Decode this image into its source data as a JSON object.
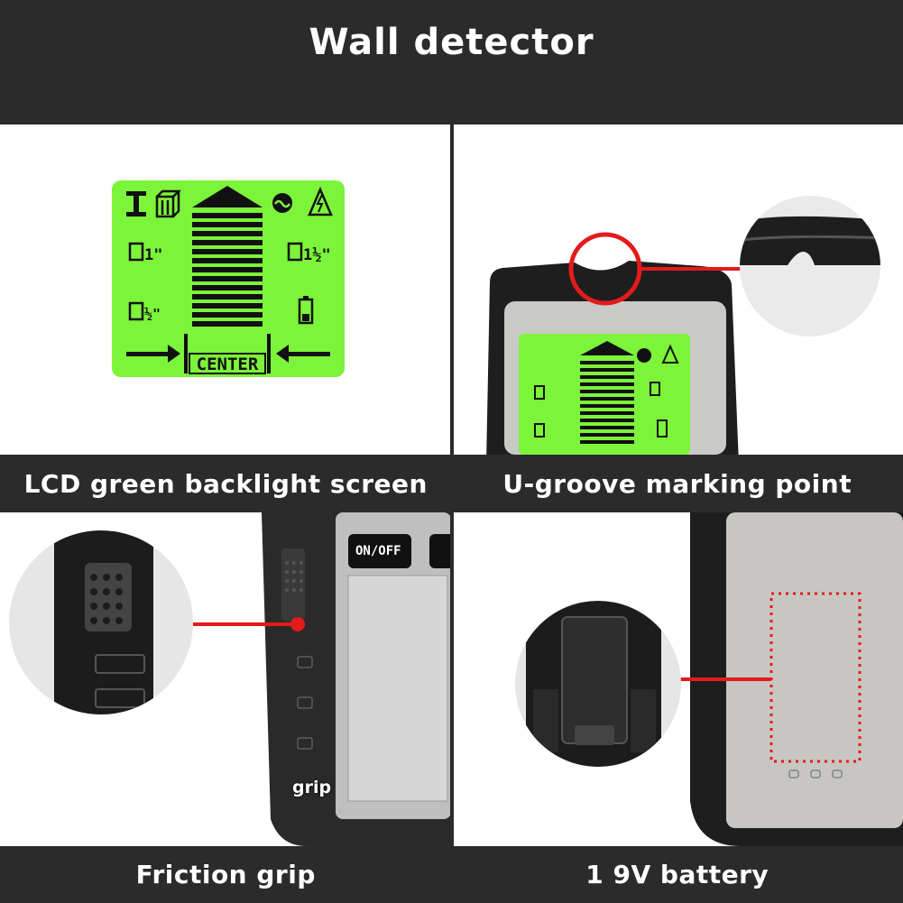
{
  "header": {
    "title": "Wall detector"
  },
  "panels": {
    "lcd": {
      "caption": "LCD green backlight screen",
      "screen_label": "CENTER",
      "backlight_color": "#7cf43a"
    },
    "groove": {
      "caption": "U-groove marking point"
    },
    "grip": {
      "caption": "Friction grip",
      "overlay_label": "grip",
      "button_label": "ON/OFF"
    },
    "battery": {
      "caption": "1 9V battery"
    }
  },
  "colors": {
    "bar_background": "#2b2b2b",
    "callout_red": "#e41b1b",
    "device_body": "#1e1e1e"
  }
}
